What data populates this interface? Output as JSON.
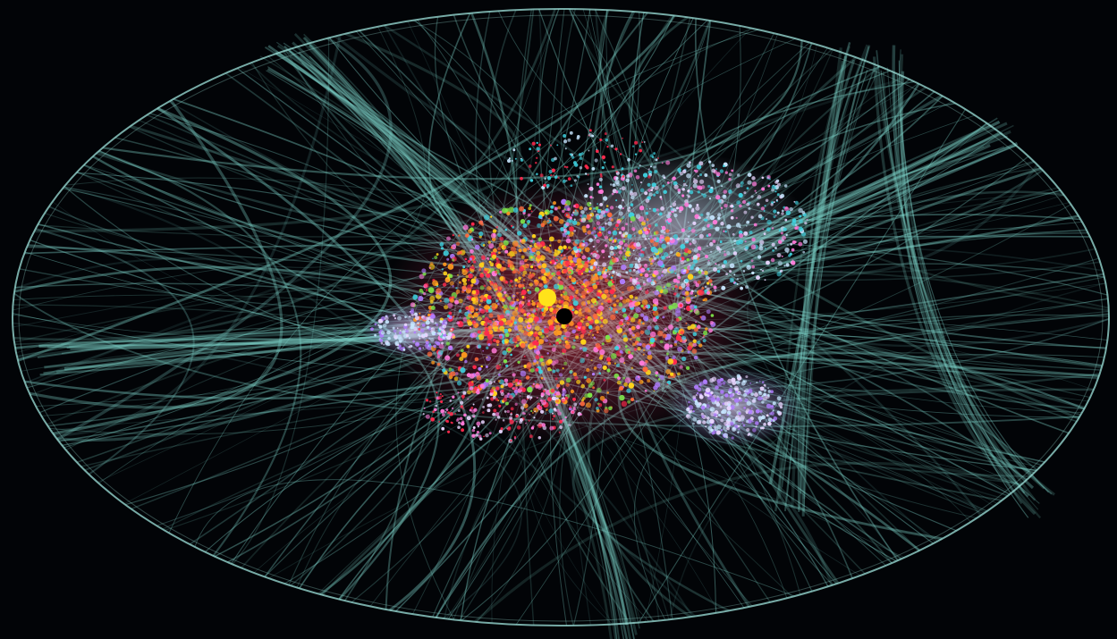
{
  "graph": {
    "kind": "network-visualization",
    "layout": "radial-tilted-ellipse",
    "background_color": "#020407",
    "boundary_color": "#9fe3dc",
    "edge_color": "#7fd6cc",
    "hub_color": "#ffe21a",
    "center_node_color": "#000000",
    "cluster_colors": [
      "#ff2a4d",
      "#ff6b3d",
      "#ff9a1f",
      "#ffd31a",
      "#7de34a",
      "#3fd2e0",
      "#b07dff",
      "#ff7ad9",
      "#c7e6ff",
      "#e8d6ff"
    ],
    "clusters": [
      {
        "name": "core",
        "color_key": "red-orange",
        "density": "very-high"
      },
      {
        "name": "upper-right",
        "color_key": "pale-blue",
        "density": "high"
      },
      {
        "name": "lower-right",
        "color_key": "lavender",
        "density": "medium"
      },
      {
        "name": "left",
        "color_key": "lavender",
        "density": "low"
      }
    ]
  }
}
